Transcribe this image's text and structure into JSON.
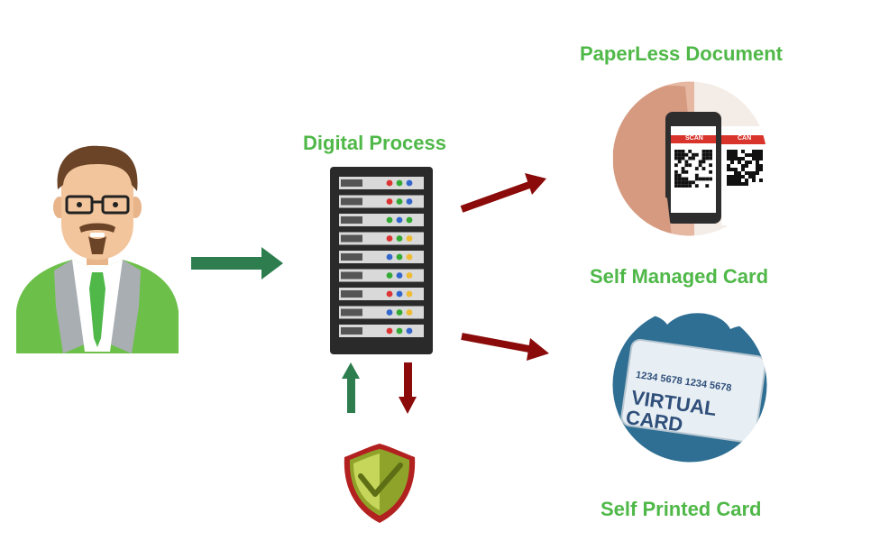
{
  "labels": {
    "digital_process": "Digital Process",
    "paperless_document": "PaperLess Document",
    "self_managed_card": "Self Managed Card",
    "self_printed_card": "Self Printed Card"
  },
  "virtual_card": {
    "number": "1234  5678  1234  5678",
    "line1": "VIRTUAL",
    "line2": "CARD"
  },
  "qr_scan": {
    "scan_label_1": "SCAN",
    "scan_label_2": "CAN"
  },
  "colors": {
    "label_green": "#4fb848",
    "arrow_green": "#2e7d4f",
    "arrow_red": "#8b0a0a",
    "server_body": "#2a2a2a"
  }
}
